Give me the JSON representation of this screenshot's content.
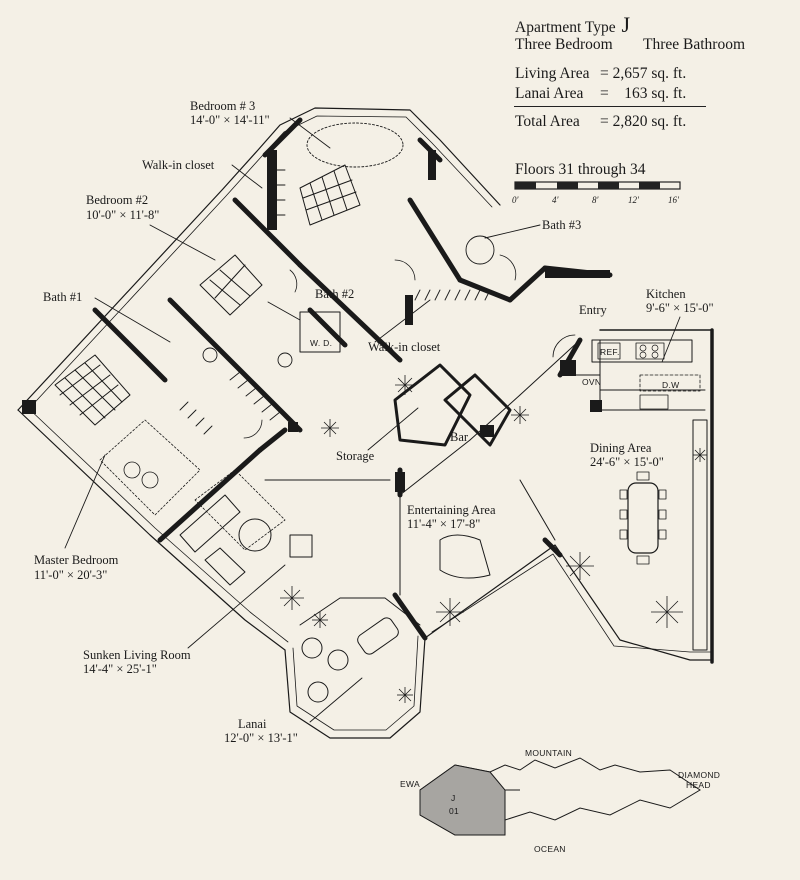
{
  "header": {
    "apartment_type_label": "Apartment Type",
    "apartment_type_letter": "J",
    "bedrooms": "Three Bedroom",
    "bathrooms": "Three Bathroom",
    "living_area_label": "Living Area",
    "living_area_value": "= 2,657 sq. ft.",
    "lanai_area_label": "Lanai Area",
    "lanai_area_value": "=    163 sq. ft.",
    "total_area_label": "Total Area",
    "total_area_value": "= 2,820 sq. ft.",
    "floors": "Floors 31 through 34"
  },
  "scale": {
    "ticks": [
      "0'",
      "4'",
      "8'",
      "12'",
      "16'"
    ]
  },
  "rooms": {
    "bedroom3_name": "Bedroom # 3",
    "bedroom3_size": "14'-0\" × 14'-11\"",
    "walkin_closet_1": "Walk-in closet",
    "bedroom2_name": "Bedroom #2",
    "bedroom2_size": "10'-0\" × 11'-8\"",
    "bath1": "Bath #1",
    "bath2": "Bath #2",
    "bath3": "Bath #3",
    "walkin_closet_2": "Walk-in closet",
    "entry": "Entry",
    "kitchen_name": "Kitchen",
    "kitchen_size": "9'-6\" × 15'-0\"",
    "storage": "Storage",
    "bar": "Bar",
    "dining_name": "Dining Area",
    "dining_size": "24'-6\" × 15'-0\"",
    "entertaining_name": "Entertaining Area",
    "entertaining_size": "11'-4\" × 17'-8\"",
    "master_name": "Master Bedroom",
    "master_size": "11'-0\" × 20'-3\"",
    "living_name": "Sunken Living Room",
    "living_size": "14'-4\" × 25'-1\"",
    "lanai_name": "Lanai",
    "lanai_size": "12'-0\" × 13'-1\""
  },
  "fixtures": {
    "ref": "REF.",
    "ovn": "OVN",
    "dw": "D.W",
    "wd": "W. D."
  },
  "keyplan": {
    "mountain": "MOUNTAIN",
    "ewa": "EWA",
    "diamond": "DIAMOND",
    "head": "HEAD",
    "ocean": "OCEAN",
    "unit_letter": "J",
    "unit_number": "01"
  }
}
